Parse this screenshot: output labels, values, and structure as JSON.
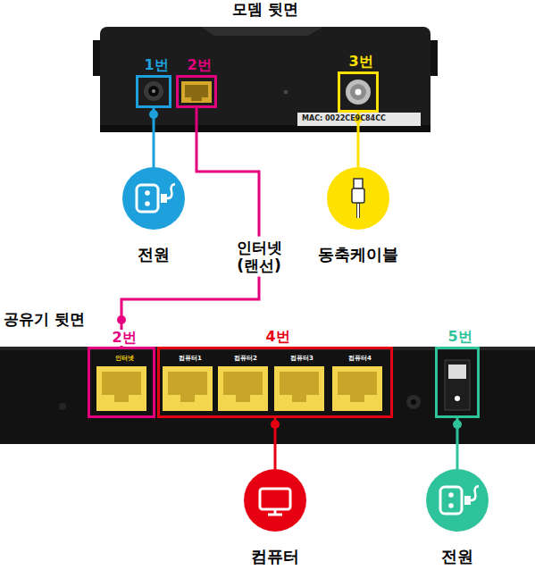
{
  "diagram": {
    "nodes": [
      {
        "text": [
          "모뎀 뒷면"
        ]
      },
      {
        "text": [
          "1번"
        ],
        "in": 0
      },
      {
        "text": [
          "2번"
        ],
        "in": 0
      },
      {
        "text": [
          "3번"
        ],
        "in": 0
      },
      {
        "text": [
          "전원"
        ]
      },
      {
        "text": [
          "동축케이블"
        ]
      },
      {
        "text": [
          "공유기 뒷면"
        ]
      },
      {
        "text": [
          "2번",
          "인터넷"
        ],
        "in": 6
      },
      {
        "text": [
          "4번",
          "컴퓨터1",
          "컴퓨터2",
          "컴퓨터3",
          "컴퓨터4"
        ],
        "in": 6
      },
      {
        "text": [
          "5번"
        ],
        "in": 6
      },
      {
        "text": [
          "컴퓨터"
        ]
      },
      {
        "text": [
          "전원"
        ]
      }
    ],
    "edges": [
      {
        "from": 1,
        "to": 4,
        "arrow": "none"
      },
      {
        "from": 2,
        "to": 7,
        "label": "인터넷 (랜선)",
        "arrow": "none"
      },
      {
        "from": 3,
        "to": 5,
        "arrow": "none"
      },
      {
        "from": 8,
        "to": 10,
        "arrow": "none"
      },
      {
        "from": 9,
        "to": 11,
        "arrow": "none"
      }
    ],
    "labels": [
      "MAC: 0022CE9C84CC"
    ]
  }
}
